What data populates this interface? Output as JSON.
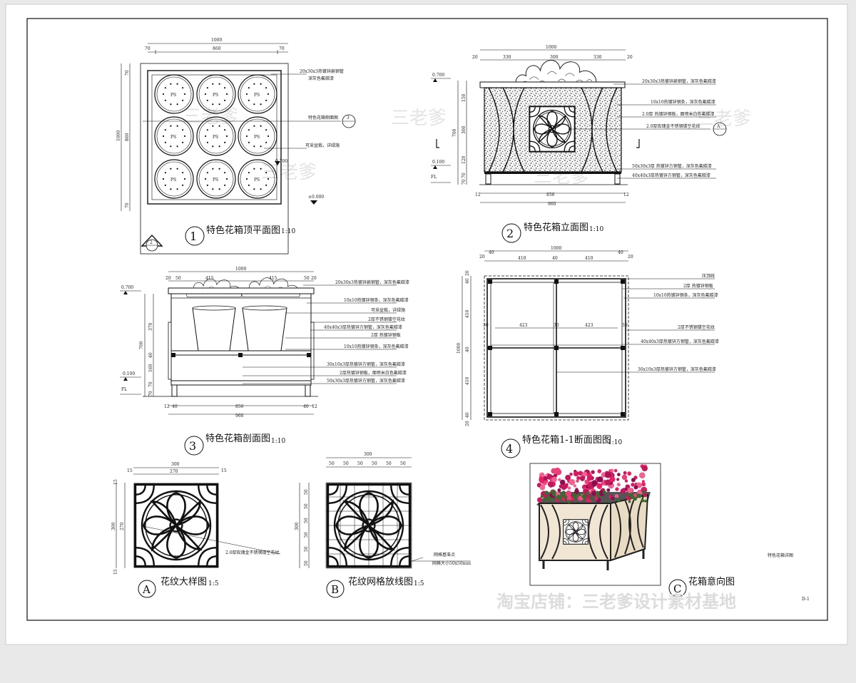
{
  "sheet_label": "特色花箱详图",
  "sheet_no": "D-1",
  "watermark_store": "淘宝店铺：三老爹设计素材基地",
  "watermark_brand": "三老爹",
  "views": {
    "v1": {
      "num": "1",
      "title": "特色花箱顶平面图",
      "scale": "1:10",
      "dims_top": [
        "1000",
        "70",
        "860",
        "70"
      ],
      "dims_left": [
        "70",
        "1000",
        "860",
        "70"
      ],
      "elev_a": "0.700",
      "elev_b": "±0.000",
      "section_mark": "2",
      "callout": "3",
      "pot_label": "PS",
      "notes": [
        "20x30x3热镀锌扁钢管",
        "深灰色氟碳漆",
        "特色花箱侧面图",
        "可采盆栽，详绿施"
      ]
    },
    "v2": {
      "num": "2",
      "title": "特色花箱立面图",
      "scale": "1:10",
      "dims_top": [
        "1000",
        "20",
        "330",
        "300",
        "330",
        "20"
      ],
      "dims_left": [
        "150",
        "700",
        "300",
        "120",
        "70",
        "70"
      ],
      "dims_bottom": [
        "12",
        "856",
        "12",
        "960"
      ],
      "elev_a": "0.700",
      "elev_b": "0.100",
      "fl": "FL",
      "callout": "A",
      "notes": [
        "20x30x3热镀锌扁钢管，深灰色氟碳漆",
        "10x10热镀锌钢条，深灰色氟碳漆",
        "2.0厚 热镀锌钢板，面喷米白色氟碳漆",
        "2.0厚玫瑰金不锈钢镂空花纹",
        "50x30x3厚 热镀锌方钢管，深灰色氟碳漆",
        "40x40x3厚热镀锌方钢管，深灰色氟碳漆"
      ]
    },
    "v3": {
      "num": "3",
      "title": "特色花箱剖面图",
      "scale": "1:10",
      "dims_top": [
        "1000",
        "20",
        "50",
        "415",
        "415",
        "50",
        "20"
      ],
      "dims_left": [
        "370",
        "700",
        "40",
        "160",
        "70",
        "70"
      ],
      "dims_bottom": [
        "12",
        "40",
        "856",
        "40",
        "12",
        "960"
      ],
      "elev_a": "0.700",
      "elev_b": "0.100",
      "fl": "FL",
      "notes": [
        "20x30x3热镀锌扁钢管，深灰色氟碳漆",
        "10x10热镀锌钢条，深灰色氟碳漆",
        "可采盆栽，详绿施",
        "2厚不锈钢镂空花纹",
        "40x40x3厚热镀锌方钢管，深灰色氟碳漆",
        "2厚 热镀锌钢板",
        "10x10热镀锌钢条，深灰色氟碳漆",
        "30x10x3厚热镀锌方钢管，深灰色氟碳漆",
        "2厚热镀锌钢板，面喷米白色氟碳漆",
        "50x30x3厚热镀锌方钢管，深灰色氟碳漆"
      ]
    },
    "v4": {
      "num": "4",
      "title": "特色花箱1-1断面图图",
      "scale": "1:10",
      "dims_top": [
        "1000",
        "20",
        "40",
        "410",
        "40",
        "410",
        "40",
        "20"
      ],
      "dims_left": [
        "20",
        "40",
        "410",
        "1000",
        "40",
        "410",
        "40",
        "20"
      ],
      "inner": [
        "423",
        "423",
        "30",
        "30",
        "30"
      ],
      "notes": [
        "压顶线",
        "2厚 热镀锌钢板",
        "10x10热镀锌钢条，深灰色氟碳漆",
        "2厚不锈钢镂空花纹",
        "40x40x3厚热镀锌方钢管，深灰色氟碳漆",
        "30x10x3厚热镀锌方钢管，深灰色氟碳漆"
      ]
    },
    "vA": {
      "letter": "A",
      "title": "花纹大样图",
      "scale": "1:5",
      "dims_top": [
        "300",
        "15",
        "270",
        "15"
      ],
      "dims_left": [
        "15",
        "300",
        "270",
        "15"
      ],
      "note": "2.0厚玫瑰金不锈钢镂空花纹"
    },
    "vB": {
      "letter": "B",
      "title": "花纹网格放线图",
      "scale": "1:5",
      "dims_top": [
        "300",
        "50",
        "50",
        "50",
        "50",
        "50",
        "50"
      ],
      "dims_left": [
        "50",
        "50",
        "50",
        "300",
        "50",
        "50",
        "50"
      ],
      "notes": [
        "网格基准点",
        "网格大小50x50mm"
      ]
    },
    "vC": {
      "letter": "C",
      "title": "花箱意向图"
    }
  }
}
